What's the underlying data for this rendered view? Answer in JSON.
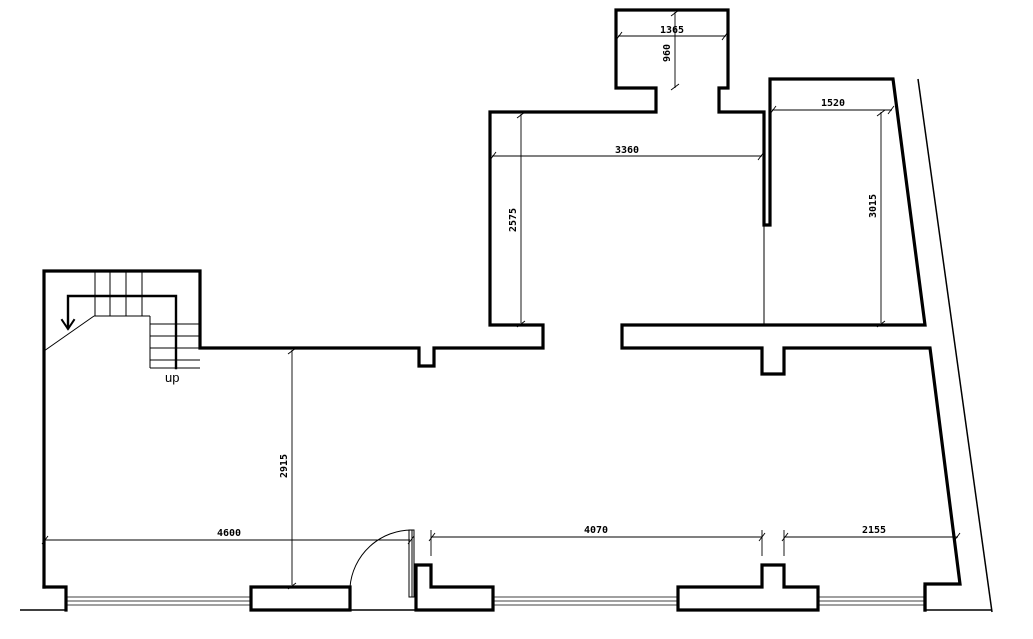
{
  "labels": {
    "stair_direction": "up"
  },
  "dimensions": {
    "top_niche_width": "1365",
    "top_niche_depth": "960",
    "upper_room_width": "3360",
    "upper_room_depth": "2575",
    "right_room_width": "1520",
    "right_room_depth": "3015",
    "main_room_depth": "2915",
    "bottom_left_span": "4600",
    "bottom_middle_span": "4070",
    "bottom_right_span": "2155"
  }
}
